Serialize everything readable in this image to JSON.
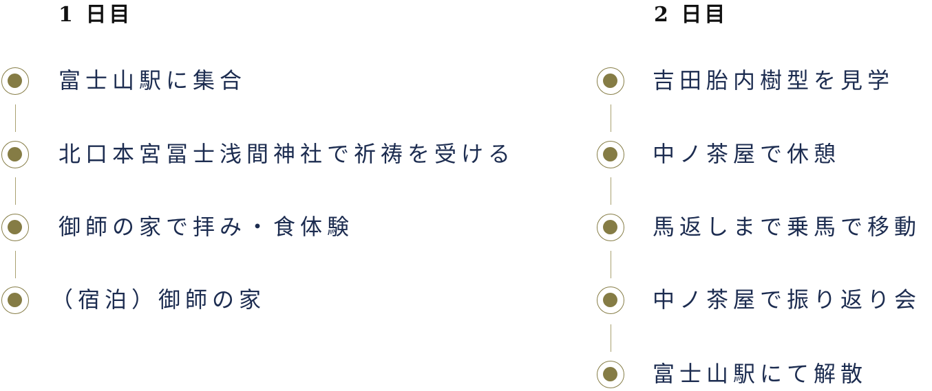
{
  "day1": {
    "title": "1 日目",
    "steps": [
      "富士山駅に集合",
      "北口本宮冨士浅間神社で祈祷を受ける",
      "御師の家で拝み・食体験",
      "（宿泊）御師の家"
    ]
  },
  "day2": {
    "title": "2 日目",
    "steps": [
      "吉田胎内樹型を見学",
      "中ノ茶屋で休憩",
      "馬返しまで乗馬で移動",
      "中ノ茶屋で振り返り会",
      "富士山駅にて解散"
    ]
  },
  "colors": {
    "accent": "#857c45",
    "text": "#1c2c50"
  }
}
